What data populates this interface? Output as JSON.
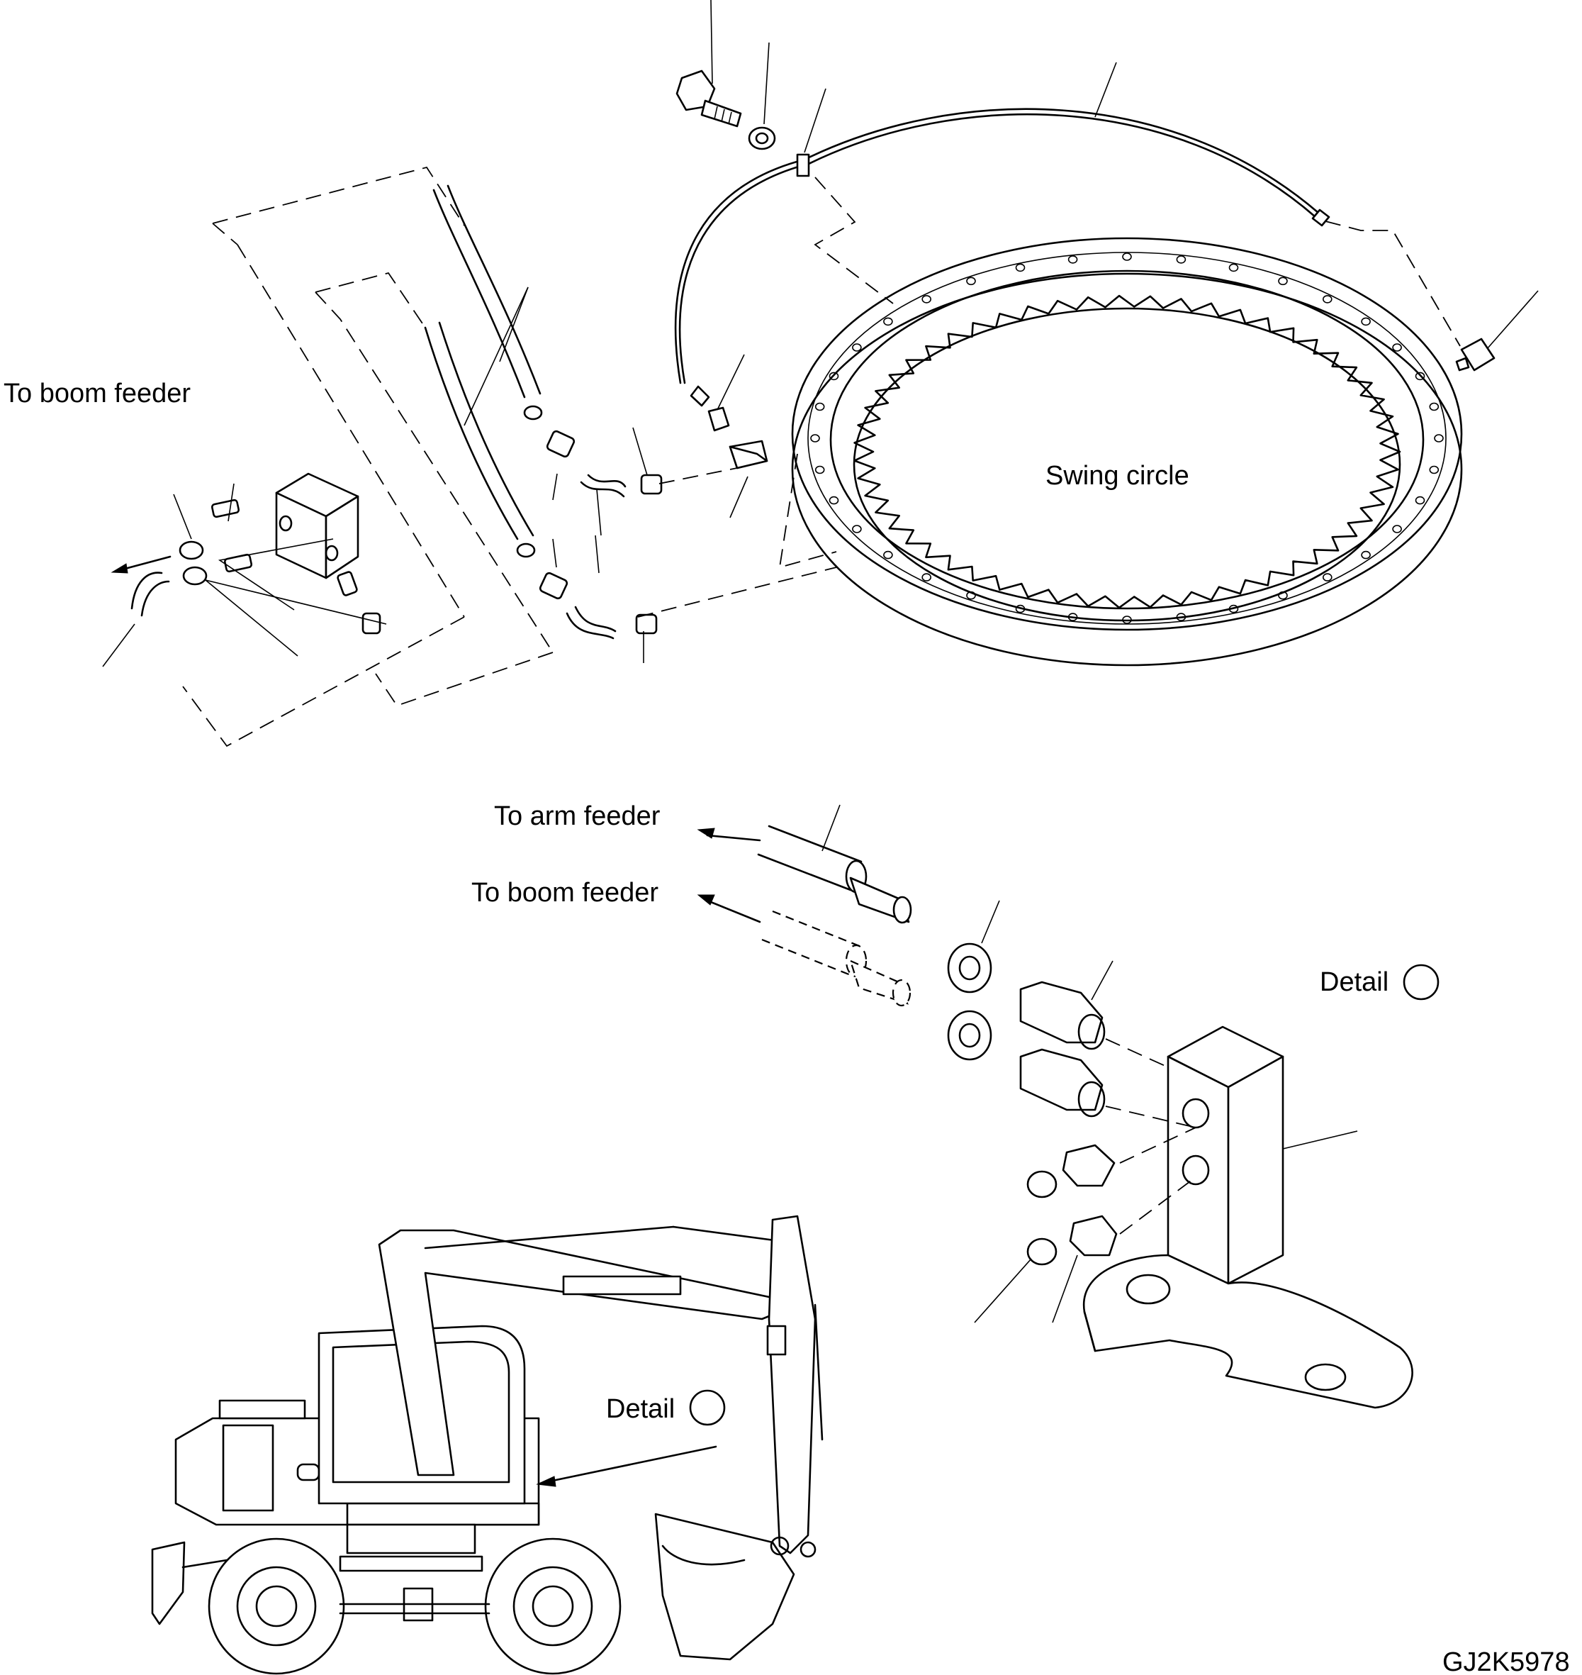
{
  "labels": {
    "boom_feeder_top": "To boom feeder",
    "swing_circle": "Swing circle",
    "arm_feeder": "To arm feeder",
    "boom_feeder_mid": "To boom feeder",
    "detail_right": "Detail",
    "detail_machine": "Detail",
    "drawing_code": "GJ2K5978"
  }
}
